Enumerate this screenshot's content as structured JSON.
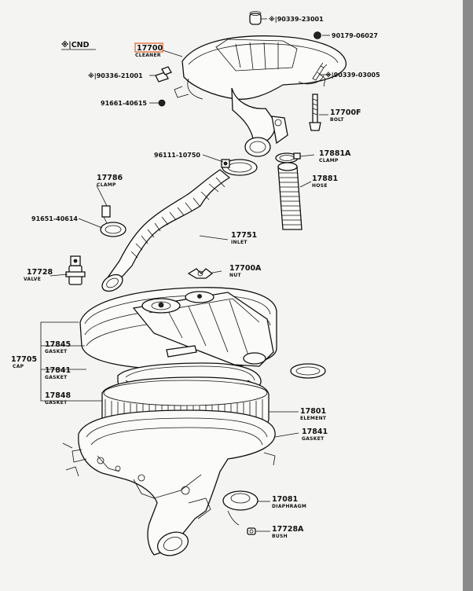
{
  "diagram": {
    "note": "※|CND",
    "labels": {
      "cleaner": {
        "num": "17700",
        "name": "CLEANER"
      },
      "p90339_23001": {
        "num": "※|90339-23001"
      },
      "p90179_06027": {
        "num": "90179-06027"
      },
      "p90336_21001": {
        "num": "※|90336-21001"
      },
      "p90339_03005": {
        "num": "※|90339-03005"
      },
      "p91661_40615": {
        "num": "91661-40615"
      },
      "bolt": {
        "num": "17700F",
        "name": "BOLT"
      },
      "p96111_10750": {
        "num": "96111-10750"
      },
      "clamp_a": {
        "num": "17881A",
        "name": "CLAMP"
      },
      "clamp_b": {
        "num": "17786",
        "name": "CLAMP"
      },
      "hose": {
        "num": "17881",
        "name": "HOSE"
      },
      "p91651_40614": {
        "num": "91651-40614"
      },
      "inlet": {
        "num": "17751",
        "name": "INLET"
      },
      "valve": {
        "num": "17728",
        "name": "VALVE"
      },
      "nut": {
        "num": "17700A",
        "name": "NUT"
      },
      "cap": {
        "num": "17705",
        "name": "CAP"
      },
      "gasket_a": {
        "num": "17845",
        "name": "GASKET"
      },
      "gasket_b": {
        "num": "17841",
        "name": "GASKET"
      },
      "gasket_c": {
        "num": "17848",
        "name": "GASKET"
      },
      "element": {
        "num": "17801",
        "name": "ELEMENT"
      },
      "gasket_d": {
        "num": "17841",
        "name": "GASKET"
      },
      "diaphragm": {
        "num": "17081",
        "name": "DIAPHRAGM"
      },
      "bush": {
        "num": "17728A",
        "name": "BUSH"
      }
    }
  }
}
